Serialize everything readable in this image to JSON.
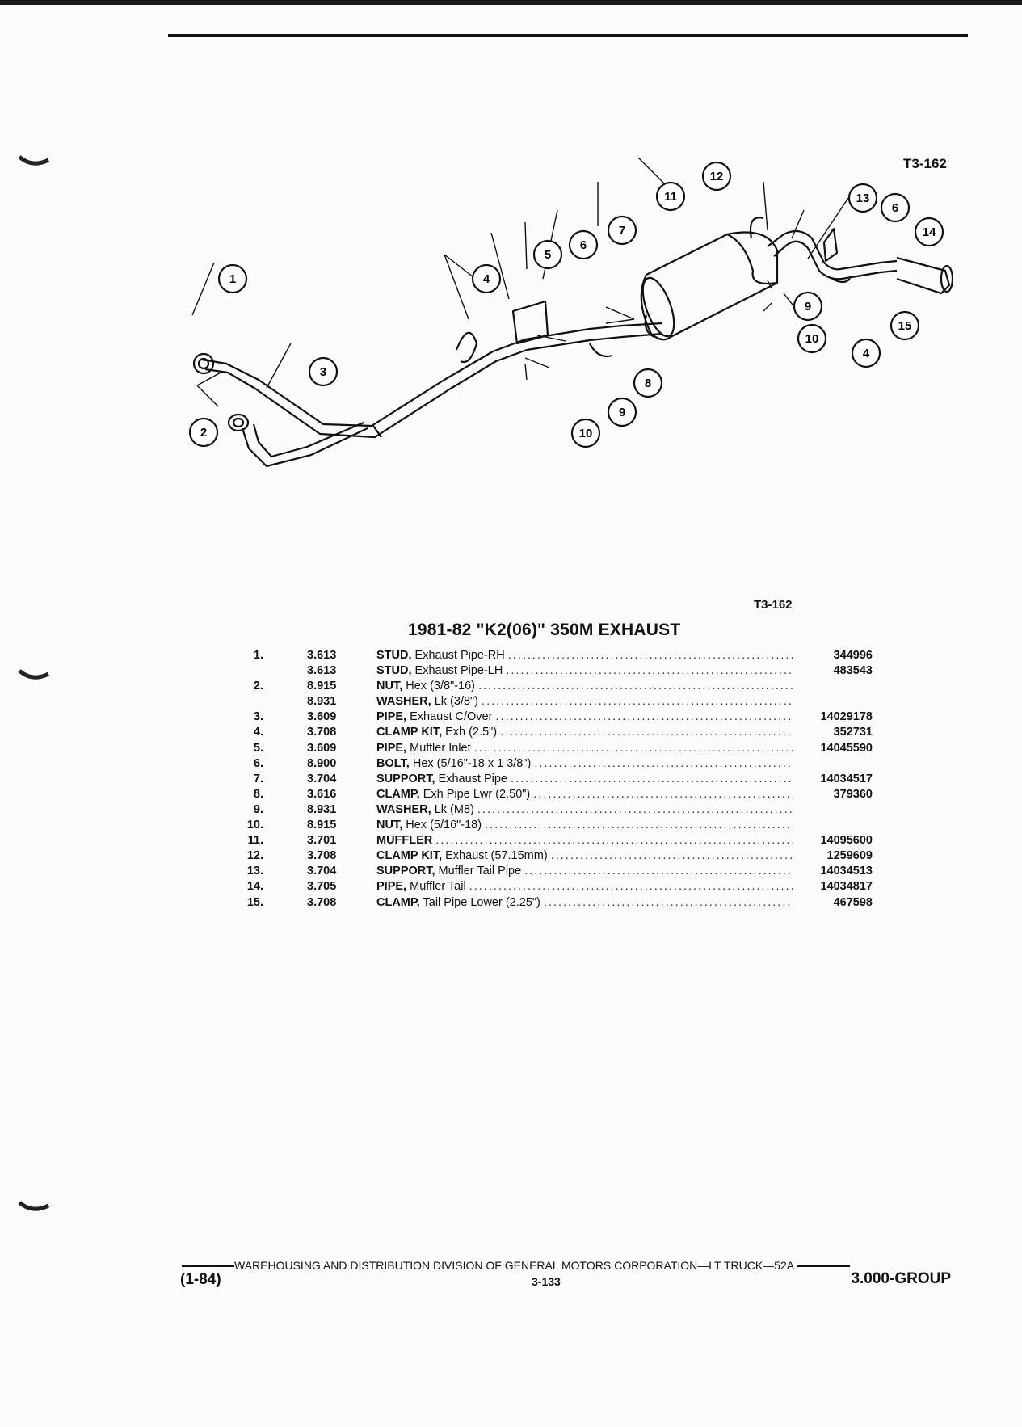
{
  "diagram": {
    "code_top": "T3-162",
    "code_bottom": "T3-162",
    "callouts": [
      "1",
      "2",
      "3",
      "4",
      "4",
      "5",
      "6",
      "6",
      "7",
      "8",
      "9",
      "9",
      "10",
      "10",
      "11",
      "12",
      "13",
      "14",
      "15"
    ]
  },
  "section_title": "1981-82 \"K2(06)\" 350M EXHAUST",
  "parts": [
    {
      "num": "1.",
      "group": "3.613",
      "name": "STUD,",
      "desc": "Exhaust Pipe-RH",
      "part": "344996"
    },
    {
      "num": "",
      "group": "3.613",
      "name": "STUD,",
      "desc": "Exhaust Pipe-LH",
      "part": "483543"
    },
    {
      "num": "2.",
      "group": "8.915",
      "name": "NUT,",
      "desc": "Hex (3/8\"-16)",
      "part": ""
    },
    {
      "num": "",
      "group": "8.931",
      "name": "WASHER,",
      "desc": "Lk (3/8\")",
      "part": ""
    },
    {
      "num": "3.",
      "group": "3.609",
      "name": "PIPE,",
      "desc": "Exhaust C/Over",
      "part": "14029178"
    },
    {
      "num": "4.",
      "group": "3.708",
      "name": "CLAMP KIT,",
      "desc": "Exh (2.5\")",
      "part": "352731"
    },
    {
      "num": "5.",
      "group": "3.609",
      "name": "PIPE,",
      "desc": "Muffler Inlet",
      "part": "14045590"
    },
    {
      "num": "6.",
      "group": "8.900",
      "name": "BOLT,",
      "desc": "Hex (5/16\"-18 x 1 3/8\")",
      "part": ""
    },
    {
      "num": "7.",
      "group": "3.704",
      "name": "SUPPORT,",
      "desc": "Exhaust Pipe",
      "part": "14034517"
    },
    {
      "num": "8.",
      "group": "3.616",
      "name": "CLAMP,",
      "desc": "Exh Pipe Lwr (2.50\")",
      "part": "379360"
    },
    {
      "num": "9.",
      "group": "8.931",
      "name": "WASHER,",
      "desc": "Lk (M8)",
      "part": ""
    },
    {
      "num": "10.",
      "group": "8.915",
      "name": "NUT,",
      "desc": "Hex (5/16\"-18)",
      "part": ""
    },
    {
      "num": "11.",
      "group": "3.701",
      "name": "MUFFLER",
      "desc": "",
      "part": "14095600"
    },
    {
      "num": "12.",
      "group": "3.708",
      "name": "CLAMP KIT,",
      "desc": "Exhaust (57.15mm)",
      "part": "1259609"
    },
    {
      "num": "13.",
      "group": "3.704",
      "name": "SUPPORT,",
      "desc": "Muffler Tail Pipe",
      "part": "14034513"
    },
    {
      "num": "14.",
      "group": "3.705",
      "name": "PIPE,",
      "desc": "Muffler Tail",
      "part": "14034817"
    },
    {
      "num": "15.",
      "group": "3.708",
      "name": "CLAMP,",
      "desc": "Tail Pipe Lower (2.25\")",
      "part": "467598"
    }
  ],
  "footer": {
    "org": "WAREHOUSING AND DISTRIBUTION  DIVISION OF GENERAL MOTORS CORPORATION—LT TRUCK—52A",
    "date": "(1-84)",
    "page": "3-133",
    "group": "3.000-GROUP"
  }
}
